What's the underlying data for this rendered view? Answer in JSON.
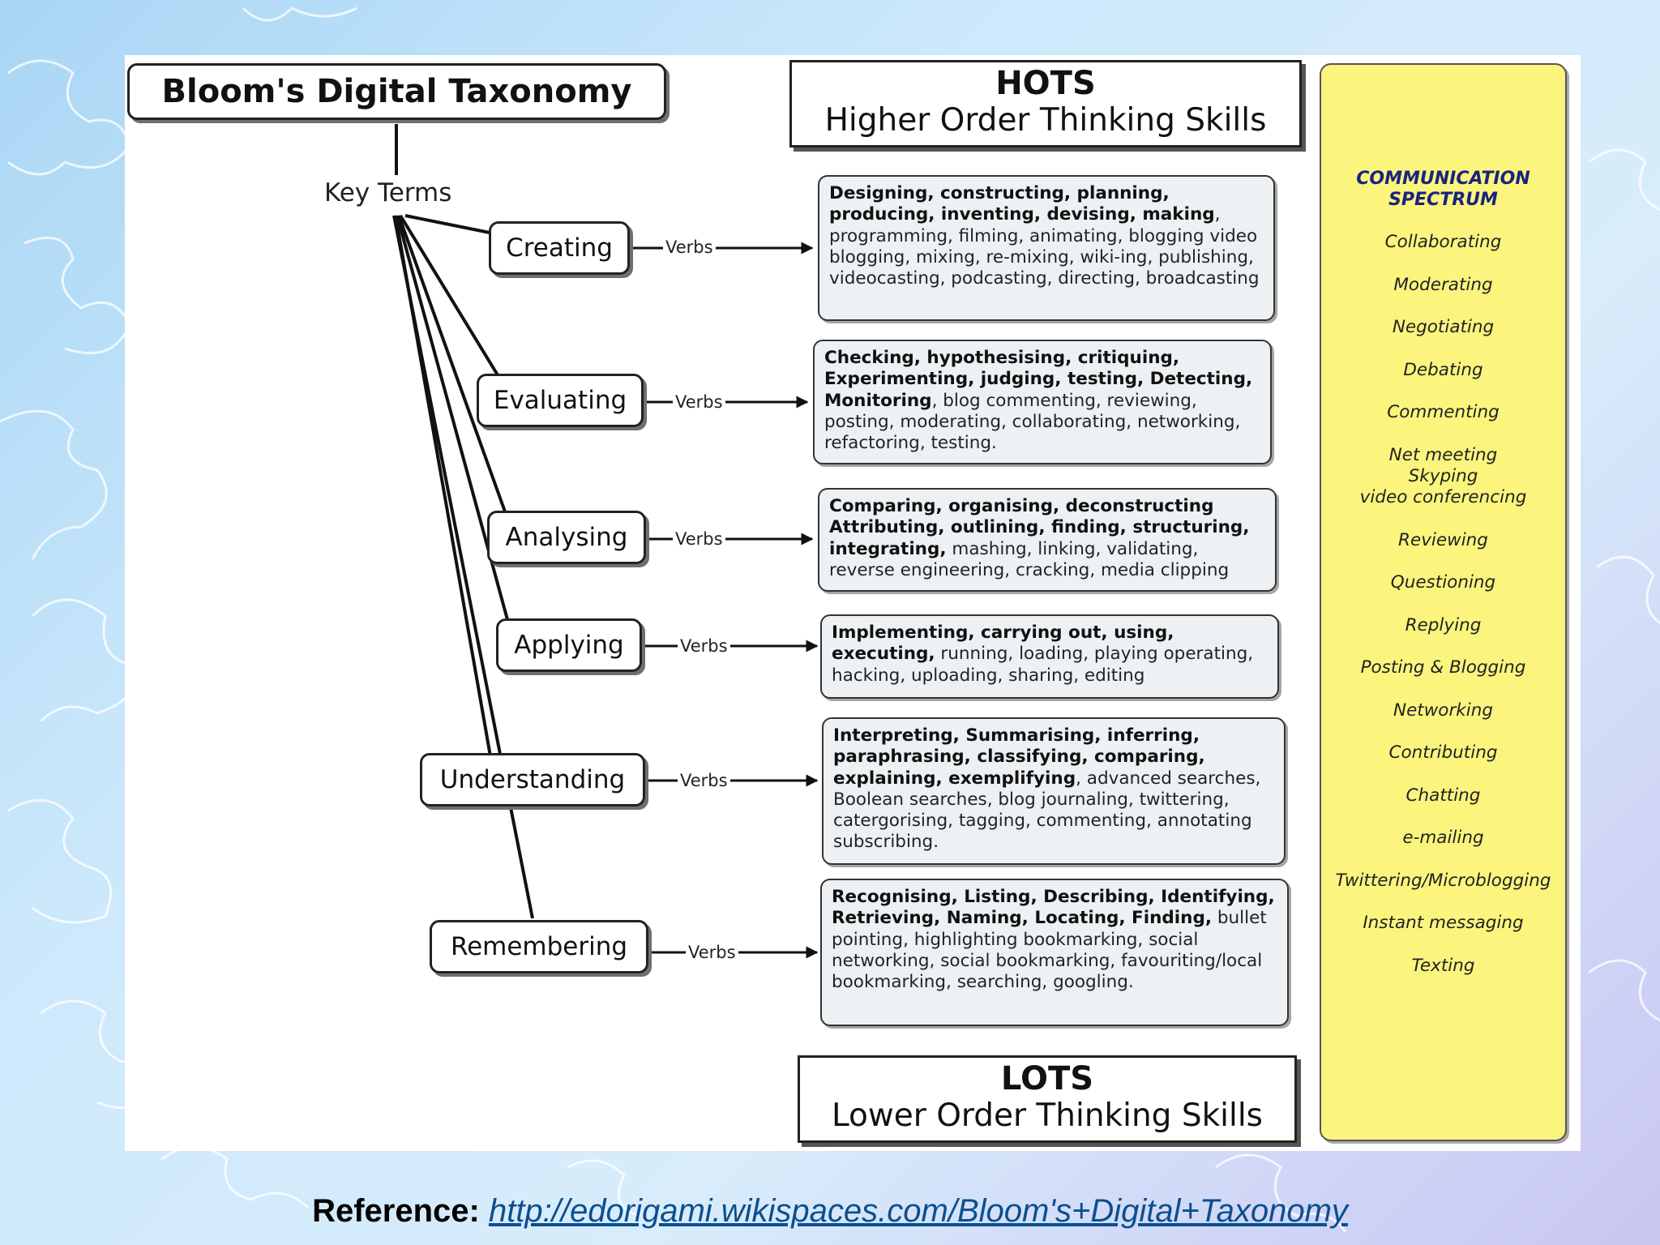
{
  "diagram": {
    "title": "Bloom's Digital Taxonomy",
    "key_terms": "Key Terms",
    "verbs_label": "Verbs",
    "hots": {
      "title": "HOTS",
      "subtitle": "Higher Order Thinking Skills"
    },
    "lots": {
      "title": "LOTS",
      "subtitle": "Lower Order Thinking Skills"
    },
    "terms": [
      {
        "name": "Creating",
        "bold": "Designing, constructing, planning, producing, inventing, devising, making",
        "rest": ", programming, filming, animating, blogging video blogging, mixing, re-mixing, wiki-ing, publishing, videocasting, podcasting, directing, broadcasting"
      },
      {
        "name": "Evaluating",
        "bold": "Checking, hypothesising, critiquing, Experimenting, judging, testing, Detecting, Monitoring",
        "rest": ", blog commenting, reviewing, posting, moderating, collaborating, networking, refactoring, testing."
      },
      {
        "name": "Analysing",
        "bold": "Comparing, organising, deconstructing Attributing, outlining, finding, structuring, integrating,",
        "rest": " mashing, linking, validating, reverse engineering, cracking, media clipping"
      },
      {
        "name": "Applying",
        "bold": "Implementing, carrying out, using, executing,",
        "rest": " running, loading, playing operating, hacking, uploading, sharing, editing"
      },
      {
        "name": "Understanding",
        "bold": "Interpreting, Summarising, inferring, paraphrasing, classifying, comparing, explaining, exemplifying",
        "rest": ", advanced searches, Boolean searches, blog journaling, twittering, catergorising, tagging, commenting, annotating subscribing."
      },
      {
        "name": "Remembering",
        "bold": "Recognising, Listing, Describing, Identifying, Retrieving, Naming, Locating, Finding,",
        "rest": " bullet pointing, highlighting bookmarking, social networking, social bookmarking, favouriting/local bookmarking, searching, googling."
      }
    ],
    "communication": {
      "title": "COMMUNICATION SPECTRUM",
      "items": [
        "Collaborating",
        "Moderating",
        "Negotiating",
        "Debating",
        "Commenting",
        "Net meeting",
        "Skyping",
        "video conferencing",
        "Reviewing",
        "Questioning",
        "Replying",
        "Posting & Blogging",
        "Networking",
        "Contributing",
        "Chatting",
        "e-mailing",
        "Twittering/Microblogging",
        "Instant messaging",
        "Texting"
      ]
    }
  },
  "reference": {
    "label": "Reference:",
    "url": "http://edorigami.wikispaces.com/Bloom's+Digital+Taxonomy"
  }
}
